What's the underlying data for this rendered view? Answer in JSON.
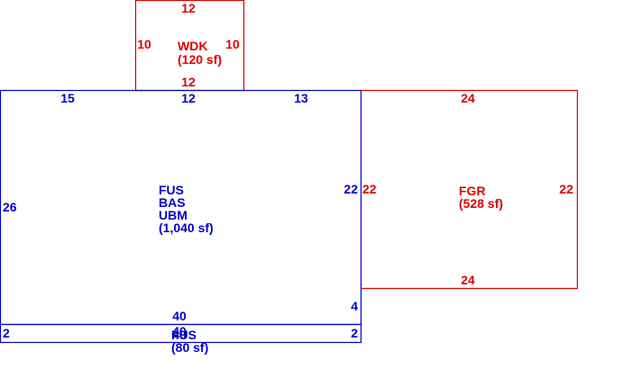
{
  "colors": {
    "blue": "#0000cc",
    "red": "#dd0000",
    "background": "#ffffff"
  },
  "areas": {
    "wdk": {
      "code": "WDK",
      "area": "(120 sf)",
      "dims": {
        "top": "12",
        "left": "10",
        "right": "10",
        "bottom": "12"
      }
    },
    "main": {
      "codes": [
        "FUS",
        "BAS",
        "UBM"
      ],
      "area": "(1,040 sf)",
      "dims": {
        "top_left": "15",
        "top_mid": "12",
        "top_right": "13",
        "left": "26",
        "right": "22",
        "right_lower": "4",
        "bottom": "40"
      }
    },
    "fgr": {
      "code": "FGR",
      "area": "(528 sf)",
      "dims": {
        "top": "24",
        "left": "22",
        "right": "22",
        "bottom": "24"
      }
    },
    "strip": {
      "dims": {
        "top": "40",
        "bottom": "40",
        "left": "2",
        "right": "2"
      },
      "code": "FUS",
      "area": "(80 sf)"
    }
  }
}
